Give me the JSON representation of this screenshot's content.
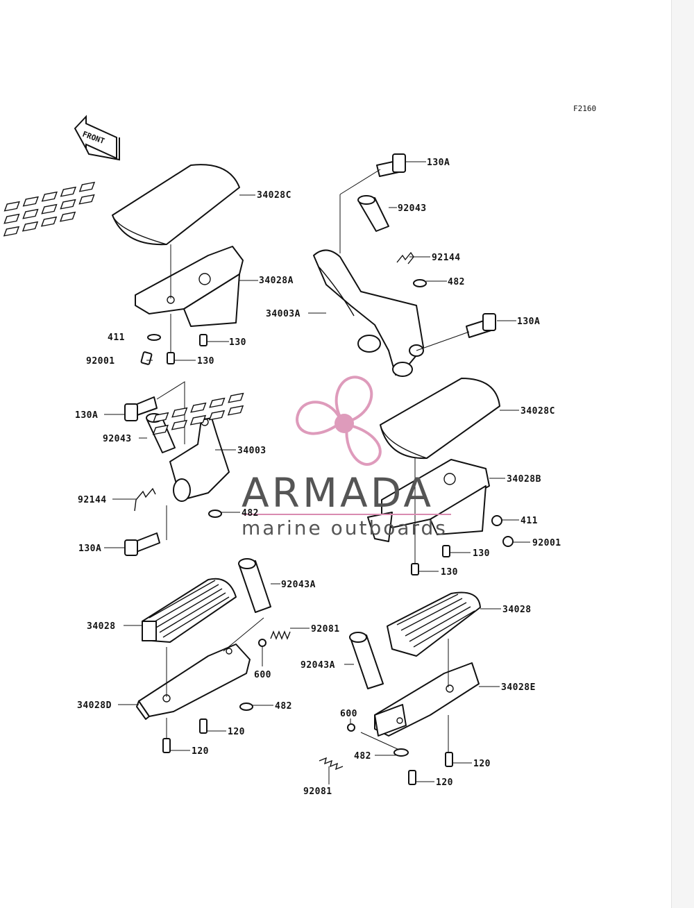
{
  "figure_id": "F2160",
  "front_label": "FRONT",
  "watermark": {
    "brand": "ARMADA",
    "tagline": "marine outboards",
    "color": "#d98ab0"
  },
  "part_numbers": {
    "p34028C_a": "34028C",
    "p34028A": "34028A",
    "p411_a": "411",
    "p92001_a": "92001",
    "p130_a": "130",
    "p130_b": "130",
    "p130A_a": "130A",
    "p92043_a": "92043",
    "p92144_a": "92144",
    "p482_a": "482",
    "p34003A": "34003A",
    "p130A_b": "130A",
    "p130A_c": "130A",
    "p92043_b": "92043",
    "p34003": "34003",
    "p92144_b": "92144",
    "p482_b": "482",
    "p130A_d": "130A",
    "p34028C_b": "34028C",
    "p34028B": "34028B",
    "p411_b": "411",
    "p92001_b": "92001",
    "p130_c": "130",
    "p130_d": "130",
    "p92043A_a": "92043A",
    "p34028_a": "34028",
    "p92081_a": "92081",
    "p600_a": "600",
    "p34028D": "34028D",
    "p482_c": "482",
    "p120_a": "120",
    "p120_b": "120",
    "p34028_b": "34028",
    "p92043A_b": "92043A",
    "p34028E": "34028E",
    "p600_b": "600",
    "p482_d": "482",
    "p120_c": "120",
    "p120_d": "120",
    "p92081_b": "92081"
  }
}
